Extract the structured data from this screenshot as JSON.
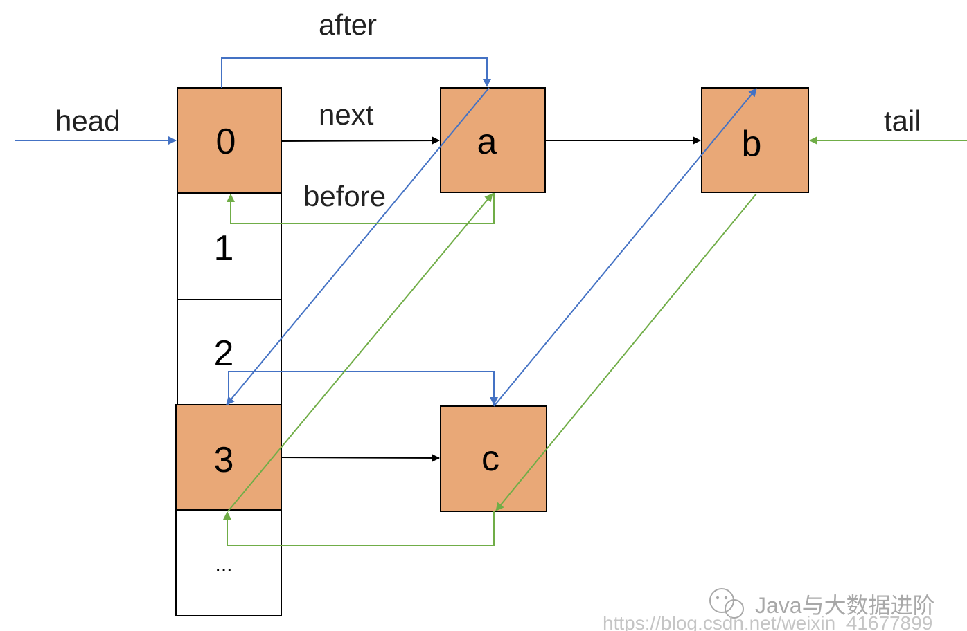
{
  "colors": {
    "node_fill": "#e9a877",
    "empty_fill": "#ffffff",
    "after_pointer": "#4472c4",
    "before_pointer": "#70ad47",
    "next_pointer": "#000000",
    "watermark": "#bbbbbb"
  },
  "labels": {
    "head": "head",
    "tail": "tail",
    "next": "next",
    "after": "after",
    "before": "before"
  },
  "buckets": {
    "b0": "0",
    "b1": "1",
    "b2": "2",
    "b3": "3",
    "b4": "..."
  },
  "entries": {
    "a": "a",
    "b": "b",
    "c": "c"
  },
  "watermark": {
    "brand": "Java与大数据进阶",
    "url": "https://blog.csdn.net/weixin_41677899"
  },
  "icons": {
    "wechat": "wechat-icon"
  }
}
